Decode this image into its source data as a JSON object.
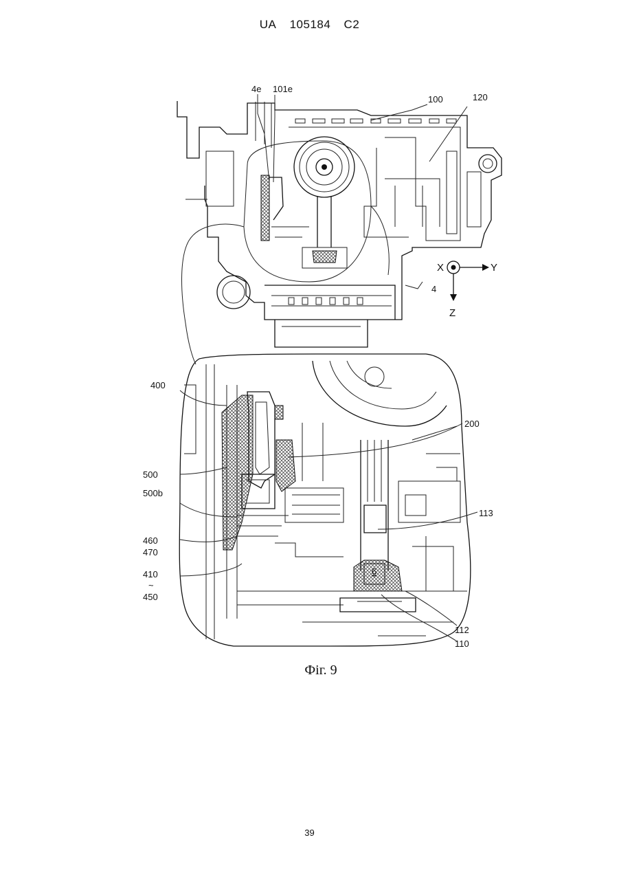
{
  "header": {
    "country": "UA",
    "number": "105184",
    "kind": "C2"
  },
  "caption": "Фіг. 9",
  "page_number": "39",
  "axes": {
    "x": "X",
    "y": "Y",
    "z": "Z"
  },
  "callouts": {
    "l_4e": "4e",
    "l_101e": "101e",
    "l_100": "100",
    "l_120": "120",
    "l_4": "4",
    "l_400": "400",
    "l_200": "200",
    "l_500": "500",
    "l_500b": "500b",
    "l_113": "113",
    "l_460": "460",
    "l_470": "470",
    "l_410": "410",
    "l_tilde": "~",
    "l_450": "450",
    "l_6": "6",
    "l_112": "112",
    "l_110": "110"
  }
}
